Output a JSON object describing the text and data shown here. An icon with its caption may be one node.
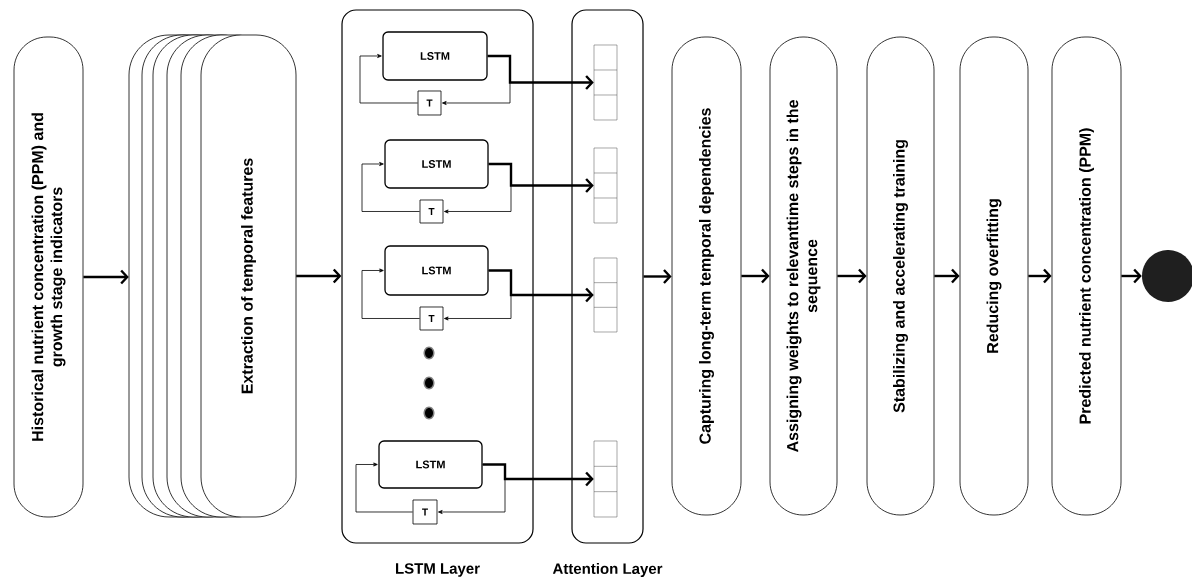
{
  "diagram": {
    "nodes": [
      {
        "text": [
          "Historical nutrient concentration (PPM) and growth stage indicators"
        ]
      },
      {
        "text": [
          "Extraction of temporal features"
        ]
      },
      {
        "text": [],
        "shape": "box",
        "beside": [
          "LSTM Layer"
        ]
      },
      {
        "text": [],
        "shape": "box",
        "beside": [
          "Attention Layer"
        ]
      },
      {
        "text": [
          "LSTM"
        ],
        "in": 2
      },
      {
        "text": [
          "T"
        ],
        "in": 2
      },
      {
        "text": [
          "LSTM"
        ],
        "in": 2
      },
      {
        "text": [
          "T"
        ],
        "in": 2
      },
      {
        "text": [
          "LSTM"
        ],
        "in": 2
      },
      {
        "text": [
          "T"
        ],
        "in": 2
      },
      {
        "text": [
          "LSTM"
        ],
        "in": 2
      },
      {
        "text": [
          "T"
        ],
        "in": 2
      },
      {
        "text": [],
        "shape": "box",
        "in": 3
      },
      {
        "text": [],
        "shape": "box",
        "in": 3
      },
      {
        "text": [],
        "shape": "box",
        "in": 3
      },
      {
        "text": [],
        "shape": "box",
        "in": 3
      },
      {
        "text": [
          "Capturing long-term temporal dependencies"
        ]
      },
      {
        "text": [
          "Assigning weights to relevanttime steps in the sequence"
        ]
      },
      {
        "text": [
          "Stabilizing and accelerating training"
        ]
      },
      {
        "text": [
          "Reducing overfitting"
        ]
      },
      {
        "text": [
          "Predicted nutrient concentration (PPM)"
        ]
      },
      {
        "text": [],
        "shape": "circle"
      }
    ],
    "edges": [
      {
        "from": 0,
        "to": 1,
        "arrow": "to"
      },
      {
        "from": 1,
        "to": 2,
        "arrow": "to"
      },
      {
        "from": 4,
        "to": 5,
        "arrow": "to"
      },
      {
        "from": 5,
        "to": 4,
        "arrow": "to"
      },
      {
        "from": 4,
        "to": 12,
        "arrow": "to"
      },
      {
        "from": 6,
        "to": 7,
        "arrow": "to"
      },
      {
        "from": 7,
        "to": 6,
        "arrow": "to"
      },
      {
        "from": 6,
        "to": 13,
        "arrow": "to"
      },
      {
        "from": 8,
        "to": 9,
        "arrow": "to"
      },
      {
        "from": 9,
        "to": 8,
        "arrow": "to"
      },
      {
        "from": 8,
        "to": 14,
        "arrow": "to"
      },
      {
        "from": 10,
        "to": 11,
        "arrow": "to"
      },
      {
        "from": 11,
        "to": 10,
        "arrow": "to"
      },
      {
        "from": 10,
        "to": 15,
        "arrow": "to"
      },
      {
        "from": 3,
        "to": 16,
        "arrow": "to"
      },
      {
        "from": 16,
        "to": 17,
        "arrow": "to"
      },
      {
        "from": 17,
        "to": 18,
        "arrow": "to"
      },
      {
        "from": 18,
        "to": 19,
        "arrow": "to"
      },
      {
        "from": 19,
        "to": 20,
        "arrow": "to"
      },
      {
        "from": 20,
        "to": 21,
        "arrow": "to"
      }
    ]
  }
}
